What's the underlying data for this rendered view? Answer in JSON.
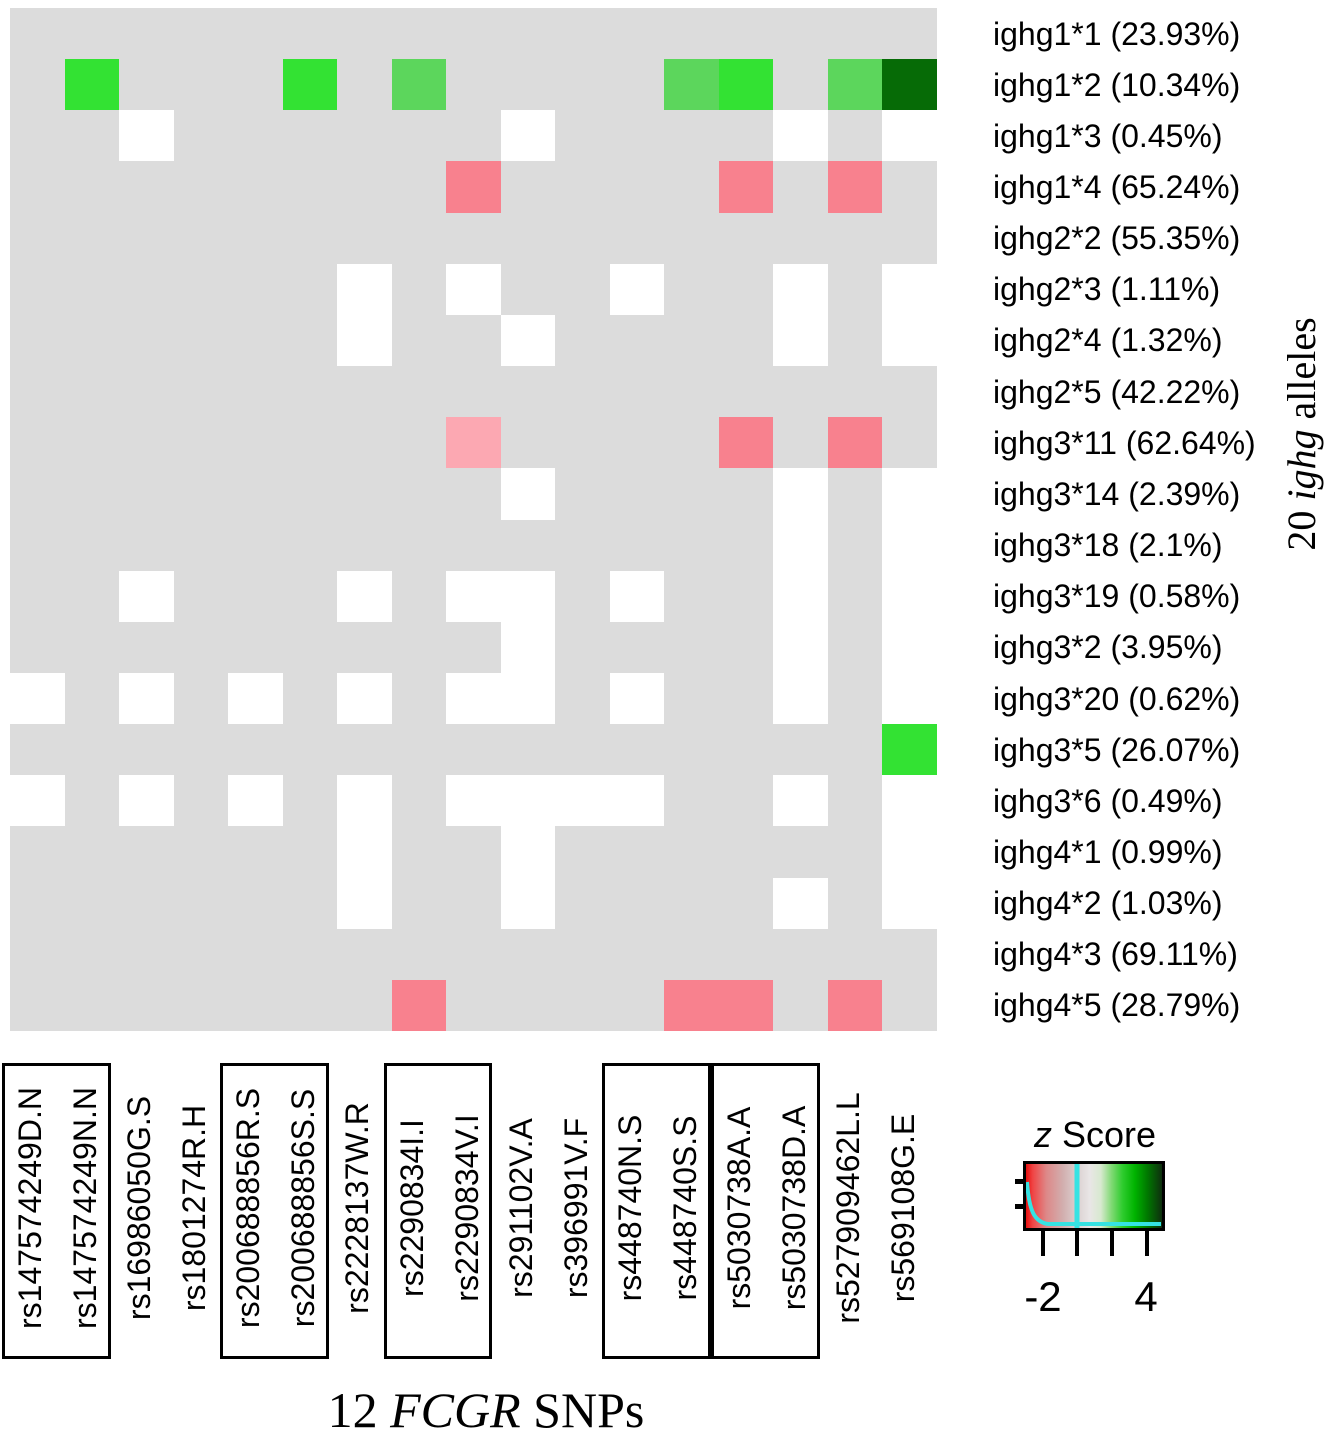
{
  "figure": {
    "x_axis_title": {
      "prefix": "12 ",
      "italic": "FCGR",
      "suffix": " SNPs"
    },
    "y_axis_title": {
      "prefix": "20 ",
      "italic": "ighg",
      "suffix": " alleles"
    }
  },
  "legend": {
    "title_italic": "z",
    "title_rest": " Score",
    "min_label": "-2",
    "max_label": "4"
  },
  "colors": {
    "background": "#ffffff",
    "na_gray": "#dcdcdc",
    "white": "#ffffff",
    "green_bright": "#33e233",
    "green_medium": "#5cd65c",
    "green_dark": "#066b06",
    "red": "#f8818e",
    "pink": "#fca8b2",
    "cyan_marker": "#35e3e3",
    "box_border": "#000000"
  },
  "chart_data": {
    "type": "heatmap",
    "title": "",
    "xlabel": "12 FCGR SNPs",
    "ylabel": "20 ighg alleles",
    "columns": [
      "rs147574249D.N",
      "rs147574249N.N",
      "rs16986050G.S",
      "rs1801274R.H",
      "rs200688856R.S",
      "rs200688856S.S",
      "rs2228137W.R",
      "rs2290834I.I",
      "rs2290834V.I",
      "rs291102V.A",
      "rs396991V.F",
      "rs448740N.S",
      "rs448740S.S",
      "rs5030738A.A",
      "rs5030738D.A",
      "rs527909462L.L",
      "rs569108G.E"
    ],
    "rows": [
      "ighg1*1 (23.93%)",
      "ighg1*2 (10.34%)",
      "ighg1*3 (0.45%)",
      "ighg1*4 (65.24%)",
      "ighg2*2 (55.35%)",
      "ighg2*3 (1.11%)",
      "ighg2*4 (1.32%)",
      "ighg2*5 (42.22%)",
      "ighg3*11 (62.64%)",
      "ighg3*14 (2.39%)",
      "ighg3*18 (2.1%)",
      "ighg3*19 (0.58%)",
      "ighg3*2 (3.95%)",
      "ighg3*20 (0.62%)",
      "ighg3*5 (26.07%)",
      "ighg3*6 (0.49%)",
      "ighg4*1 (0.99%)",
      "ighg4*2 (1.03%)",
      "ighg4*3 (69.11%)",
      "ighg4*5 (28.79%)"
    ],
    "boxed_column_pairs": [
      [
        0,
        1
      ],
      [
        4,
        5
      ],
      [
        7,
        8
      ],
      [
        11,
        12
      ],
      [
        13,
        14
      ]
    ],
    "cell_codes_by_row": [
      ".................",
      ".G...G.m....mG.md",
      "..w......w....w.w",
      "........r....r.r.",
      ".................",
      "......w.w..w..w.w",
      "......w..w....w.w",
      ".................",
      "........p....r.r.",
      ".........w....w.w",
      "..............w.w",
      "..w...w.ww.w..w.w",
      ".........w....w.w",
      "w.w.w.w.ww.w..w.w",
      "................G",
      "w.w.w.w.wwww..w.w",
      "......w..w......w",
      "......w..w....w.w",
      ".................",
      ".......r....rr.r."
    ],
    "code_to_color": {
      ".": "na_gray",
      "w": "white",
      "G": "green_bright",
      "m": "green_medium",
      "d": "green_dark",
      "r": "red",
      "p": "pink"
    },
    "colorbar": {
      "title": "z Score",
      "tick_values": [
        -2,
        0,
        2,
        4
      ],
      "shown_tick_labels": [
        "-2",
        "4"
      ],
      "gradient_description": "red through light gray to dark green",
      "marker_line": "cyan vertical line near z=0 with cyan density trace along bottom",
      "legend_position": "bottom-right"
    },
    "grid": false
  }
}
